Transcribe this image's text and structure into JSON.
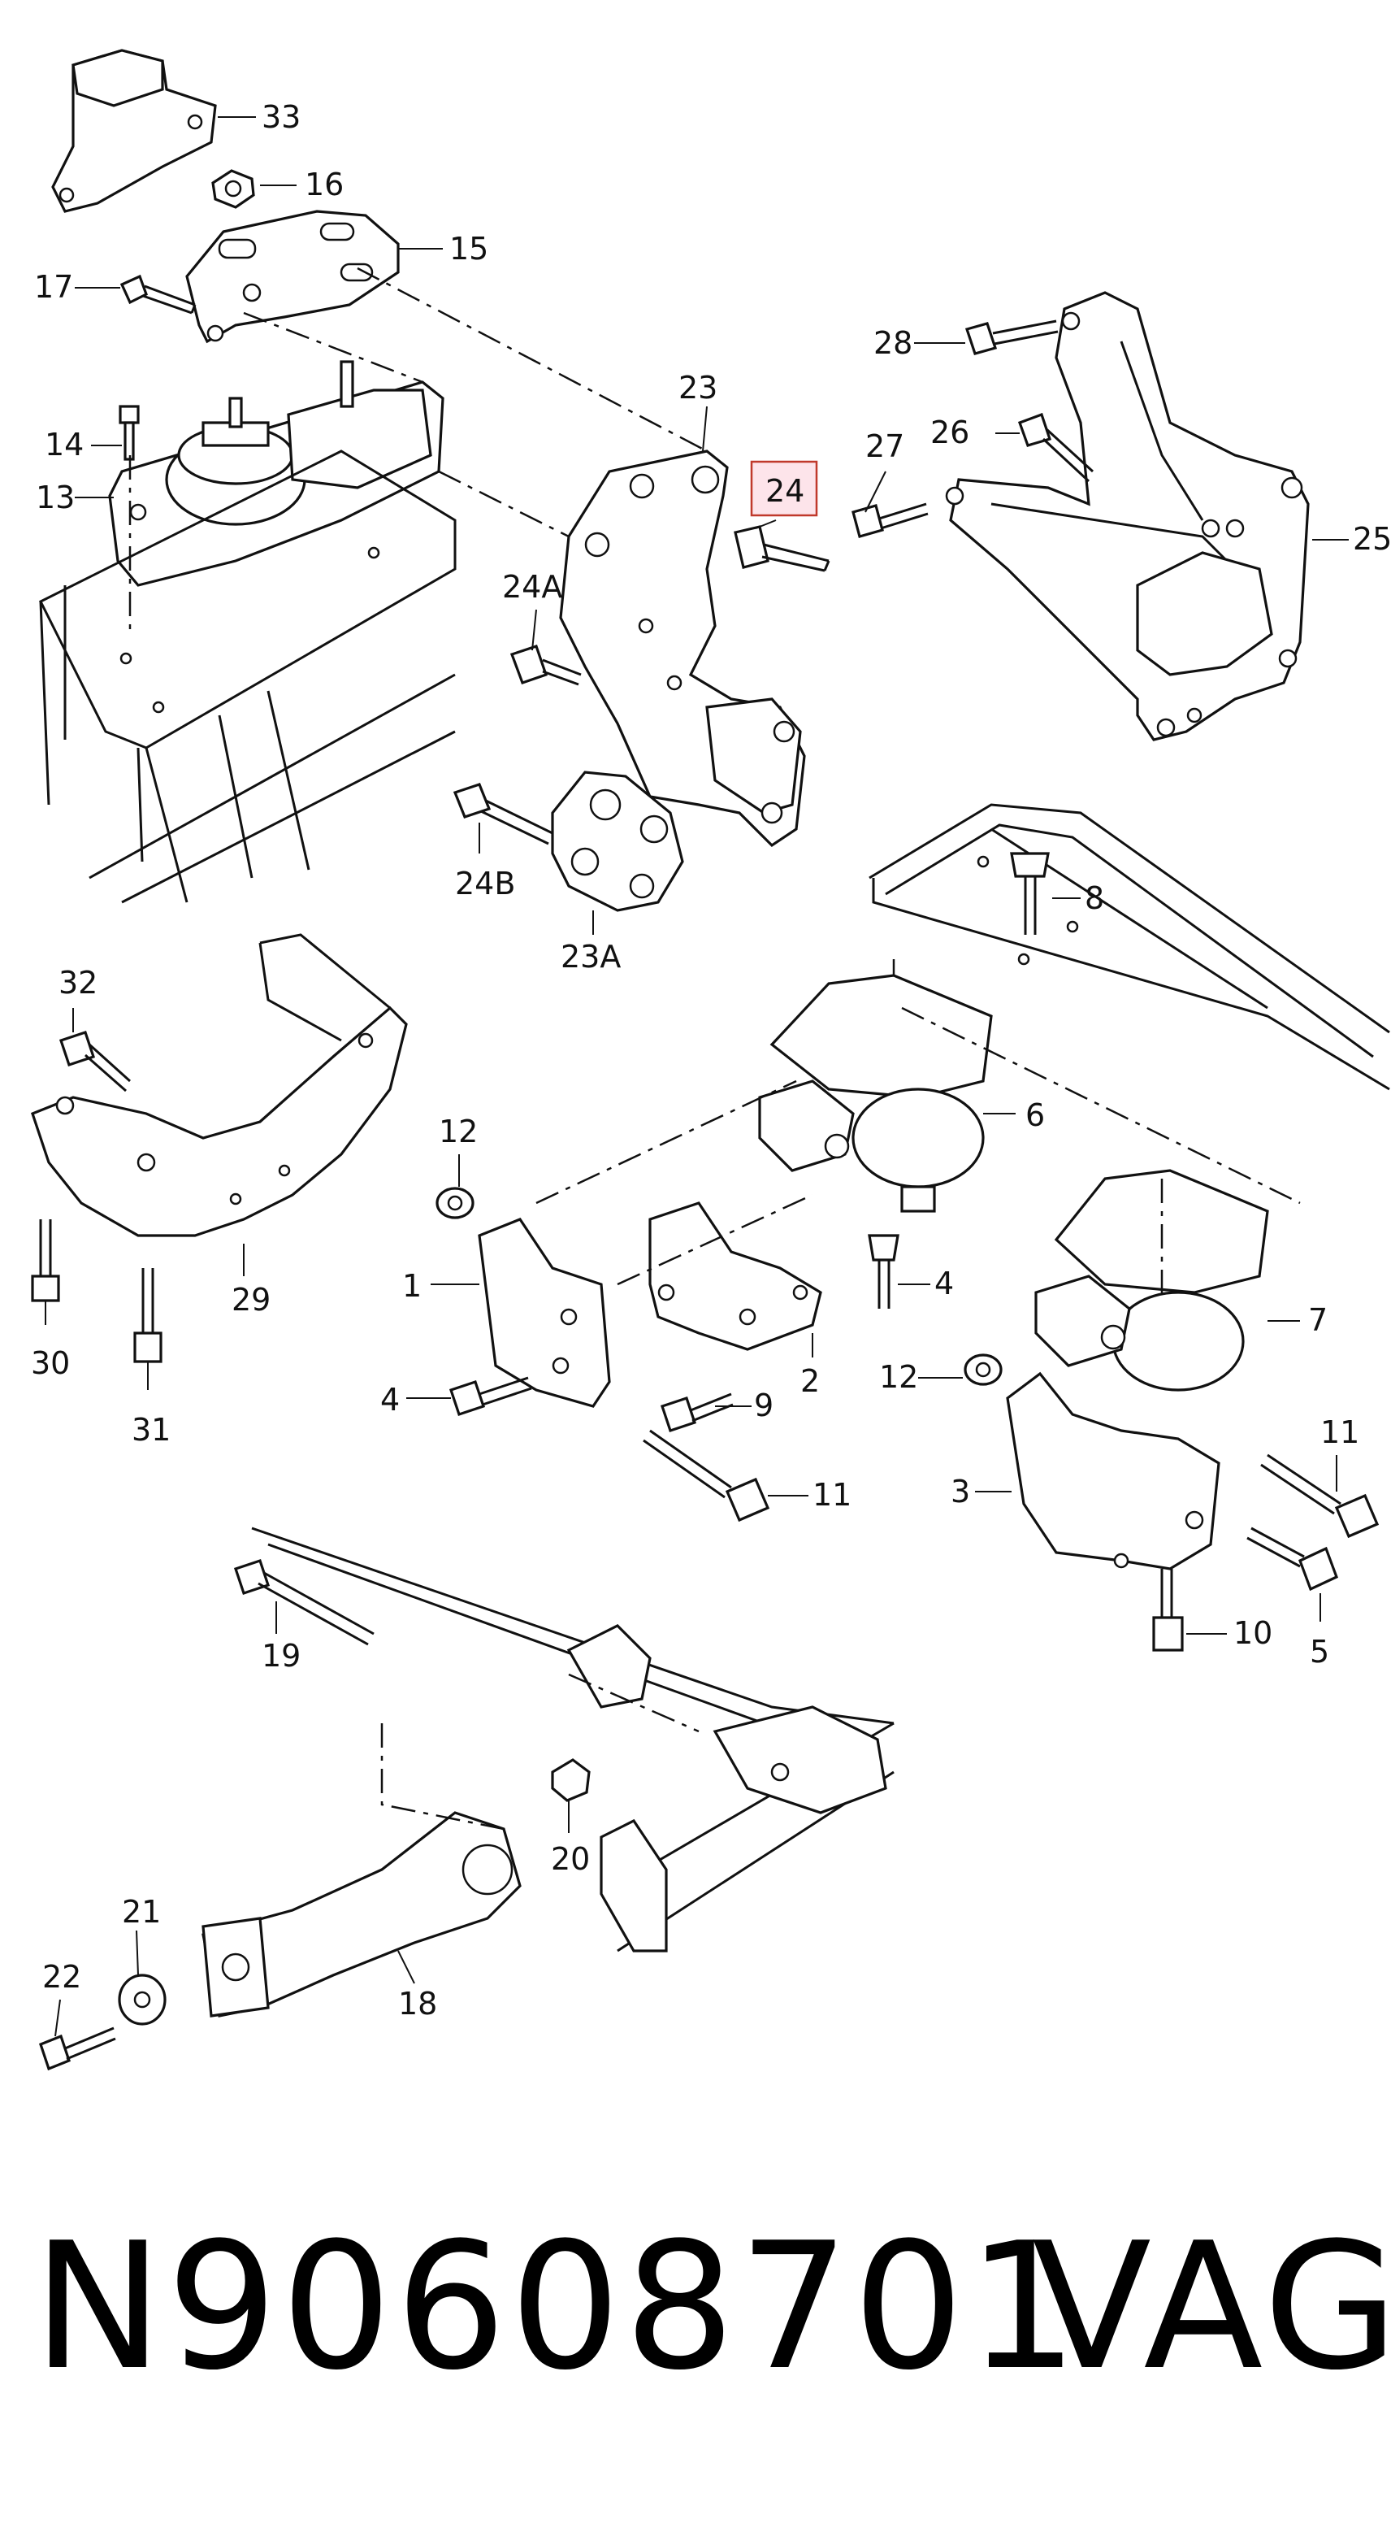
{
  "callouts": {
    "c1": "1",
    "c2": "2",
    "c3": "3",
    "c4a": "4",
    "c4b": "4",
    "c5": "5",
    "c6": "6",
    "c7": "7",
    "c8": "8",
    "c9": "9",
    "c10": "10",
    "c11a": "11",
    "c11b": "11",
    "c12a": "12",
    "c12b": "12",
    "c13": "13",
    "c14": "14",
    "c15": "15",
    "c16": "16",
    "c17": "17",
    "c18": "18",
    "c19": "19",
    "c20": "20",
    "c21": "21",
    "c22": "22",
    "c23": "23",
    "c23a": "23A",
    "c24": "24",
    "c24a": "24A",
    "c24b": "24B",
    "c25": "25",
    "c26": "26",
    "c27": "27",
    "c28": "28",
    "c29": "29",
    "c30": "30",
    "c31": "31",
    "c32": "32",
    "c33": "33"
  },
  "highlight": {
    "callout": "24",
    "fill": "#fde4ea",
    "stroke": "#c0392b"
  },
  "footer": {
    "part_number": "N90608701",
    "brand": "VAG"
  }
}
